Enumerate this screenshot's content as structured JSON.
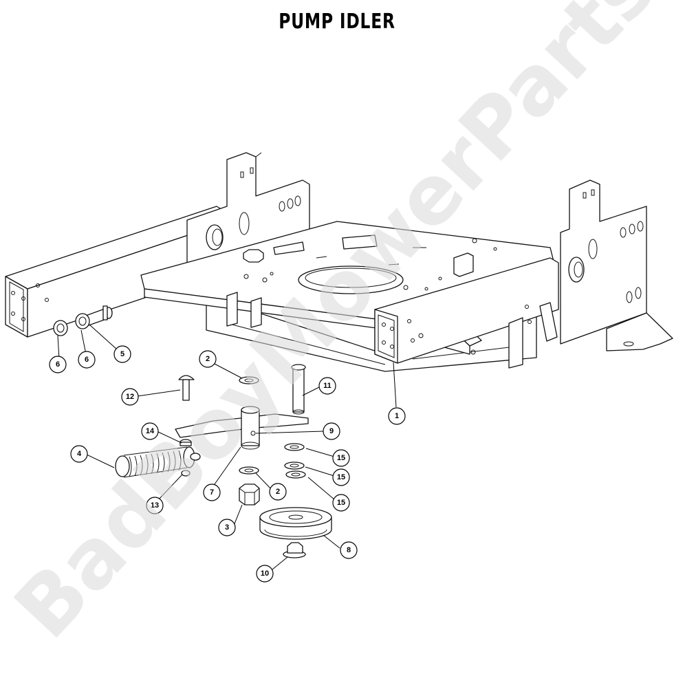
{
  "title": "PUMP IDLER",
  "watermark": "BadBoyMowerParts.com",
  "colors": {
    "line": "#111111",
    "background": "#ffffff",
    "watermark": "#d9d9d9"
  },
  "callouts": [
    {
      "id": "c1",
      "label": "1"
    },
    {
      "id": "c2a",
      "label": "2"
    },
    {
      "id": "c2b",
      "label": "2"
    },
    {
      "id": "c3",
      "label": "3"
    },
    {
      "id": "c4",
      "label": "4"
    },
    {
      "id": "c5",
      "label": "5"
    },
    {
      "id": "c6a",
      "label": "6"
    },
    {
      "id": "c6b",
      "label": "6"
    },
    {
      "id": "c7",
      "label": "7"
    },
    {
      "id": "c8",
      "label": "8"
    },
    {
      "id": "c9",
      "label": "9"
    },
    {
      "id": "c10",
      "label": "10"
    },
    {
      "id": "c11",
      "label": "11"
    },
    {
      "id": "c12",
      "label": "12"
    },
    {
      "id": "c13",
      "label": "13"
    },
    {
      "id": "c14",
      "label": "14"
    },
    {
      "id": "c15a",
      "label": "15"
    },
    {
      "id": "c15b",
      "label": "15"
    },
    {
      "id": "c15c",
      "label": "15"
    }
  ]
}
